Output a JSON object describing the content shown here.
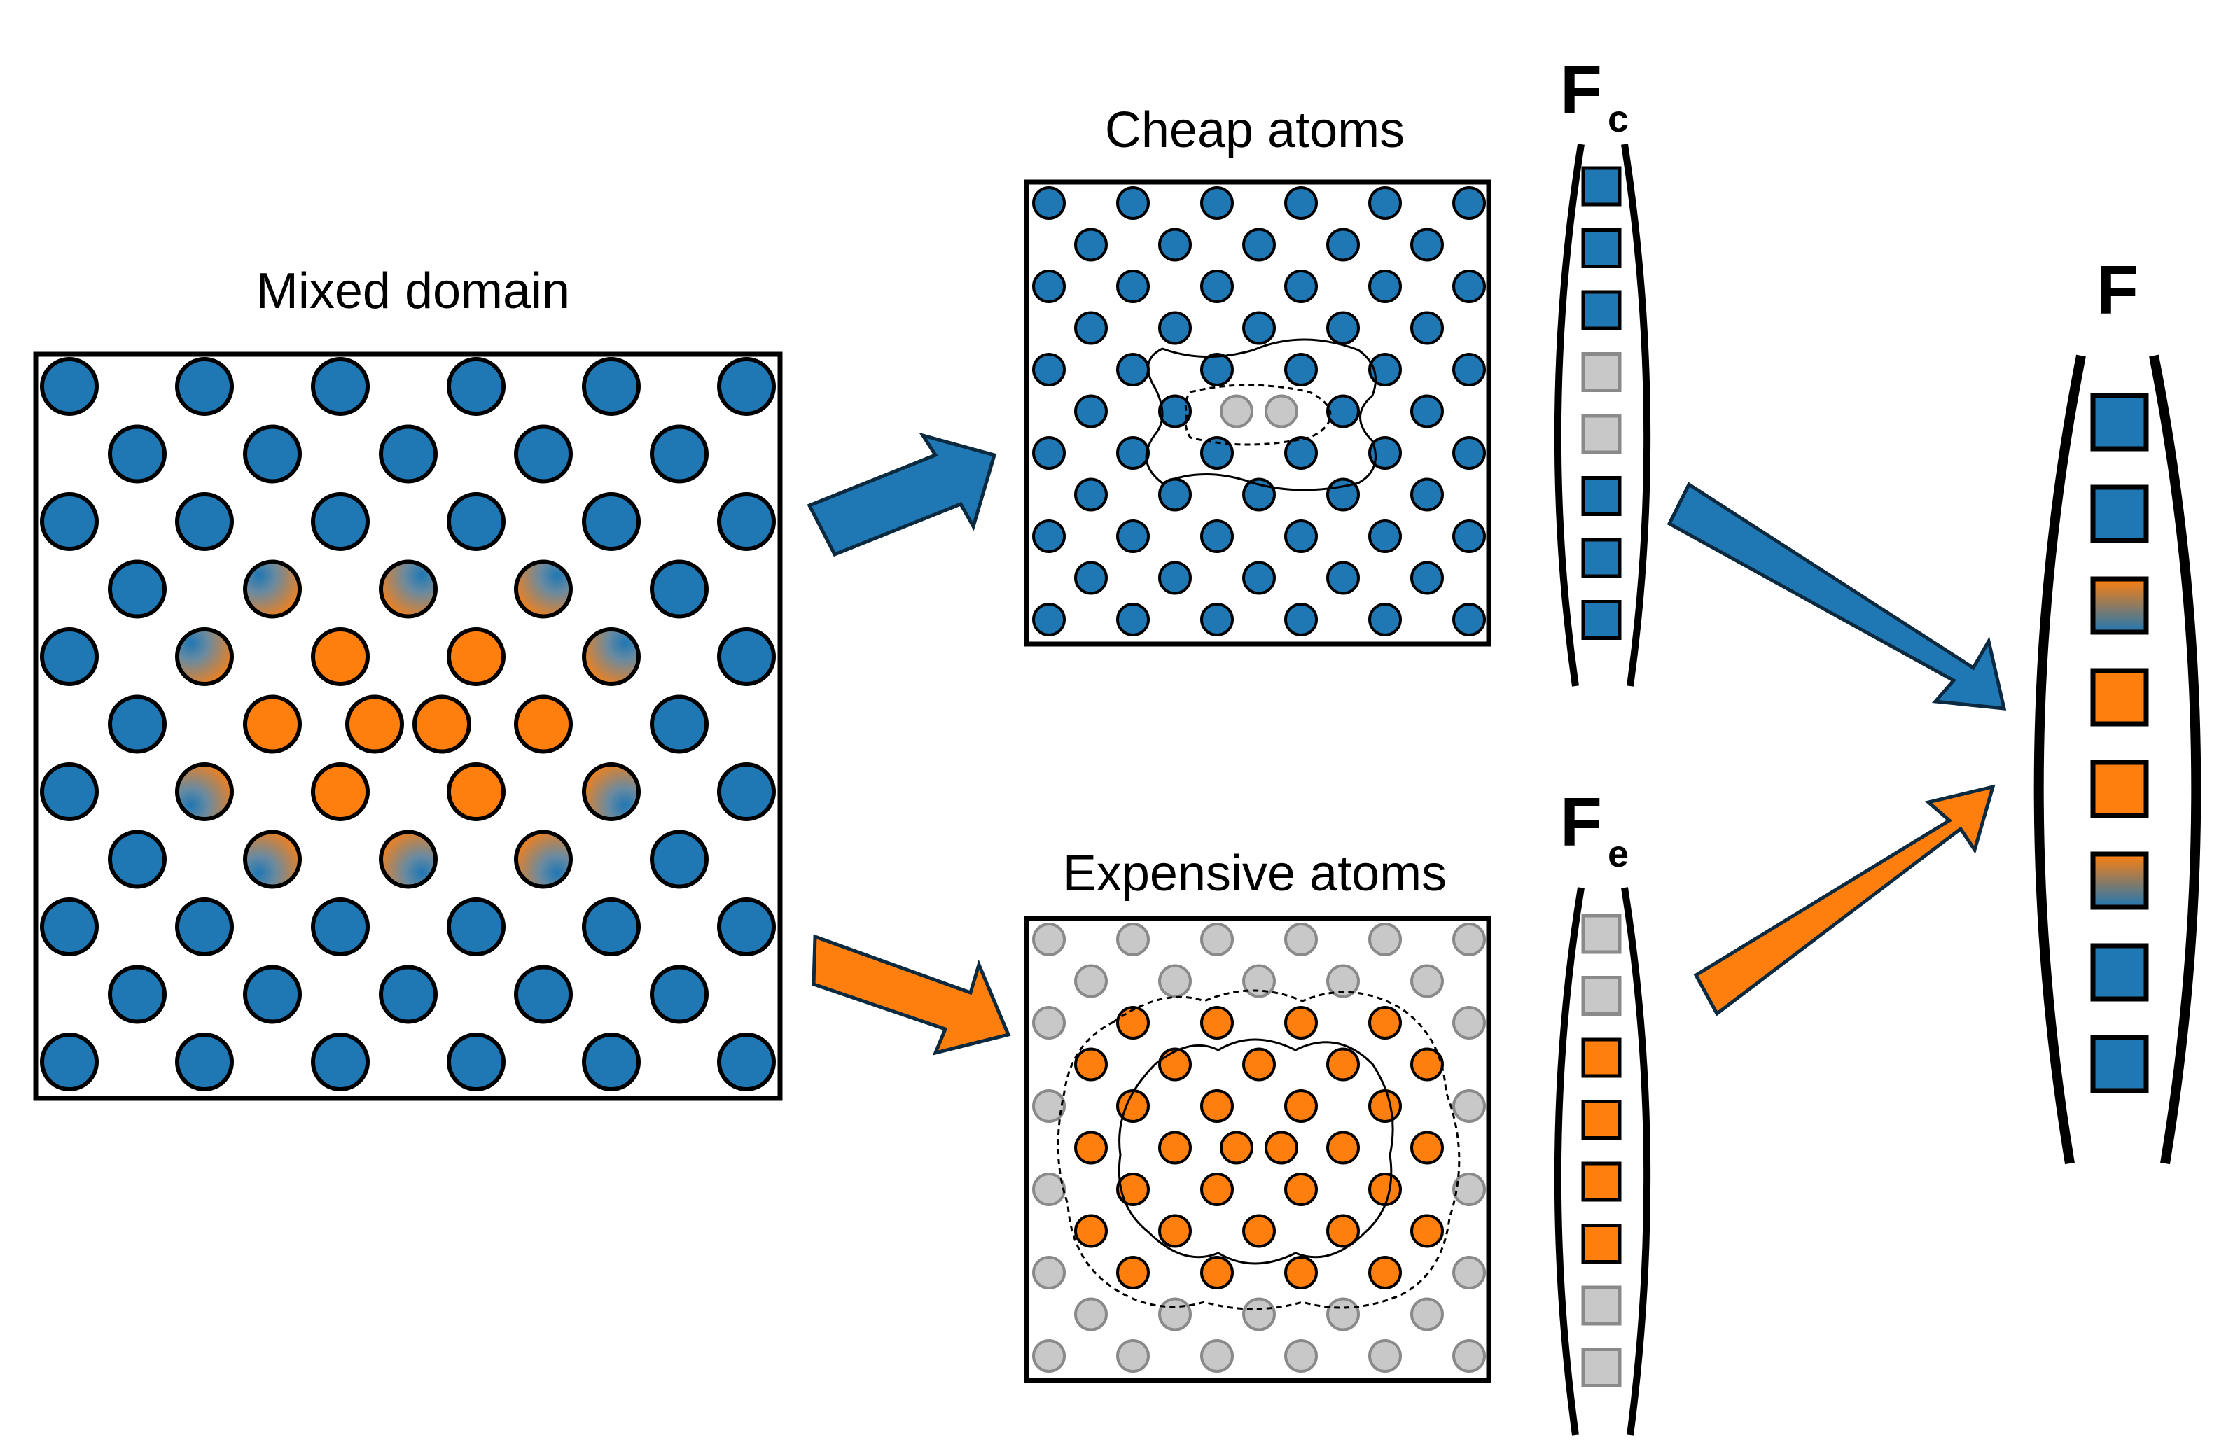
{
  "labels": {
    "mixed_domain": "Mixed domain",
    "cheap_atoms": "Cheap atoms",
    "expensive_atoms": "Expensive atoms",
    "fc_main": "F",
    "fc_sub": "c",
    "fe_main": "F",
    "fe_sub": "e",
    "f_total": "F"
  },
  "colors": {
    "blue": "#1f77b4",
    "orange": "#ff7f0e",
    "gray": "#c8c8c8",
    "gray_stroke": "#8a8a8a",
    "outline": "#000000"
  },
  "vectors": {
    "Fc": [
      "blue",
      "blue",
      "blue",
      "gray",
      "gray",
      "blue",
      "blue",
      "blue"
    ],
    "Fe": [
      "gray",
      "gray",
      "orange",
      "orange",
      "orange",
      "orange",
      "gray",
      "gray"
    ],
    "F": [
      "blue",
      "blue",
      "grad-ob",
      "orange",
      "orange",
      "grad-ob",
      "blue",
      "blue"
    ]
  }
}
